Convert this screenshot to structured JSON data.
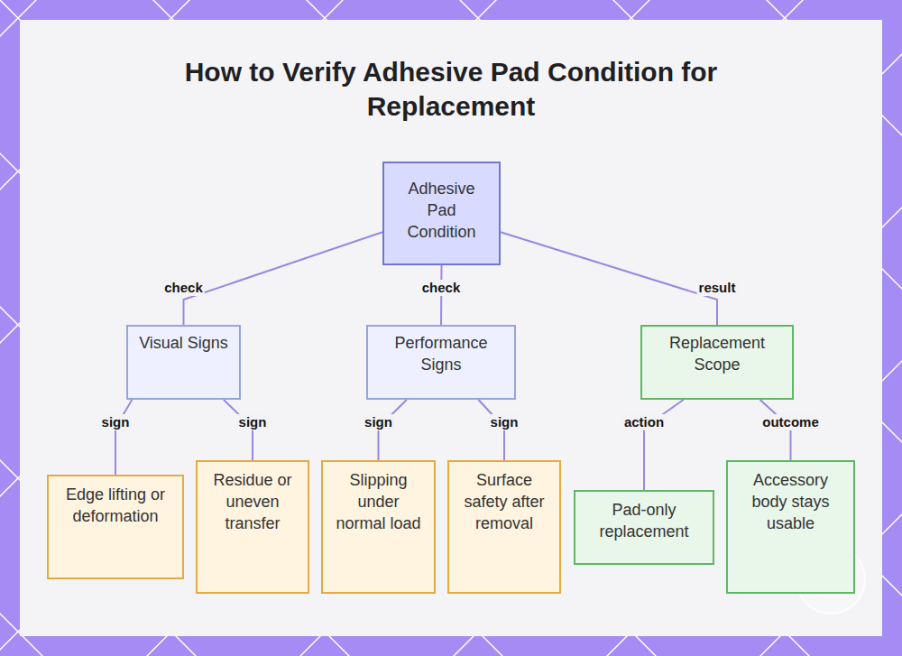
{
  "diagram": {
    "title": "How to Verify Adhesive Pad Condition for Replacement",
    "nodes": [
      {
        "text": [
          "Adhesive Pad Condition"
        ]
      },
      {
        "text": [
          "Visual Signs"
        ]
      },
      {
        "text": [
          "Performance Signs"
        ]
      },
      {
        "text": [
          "Replacement Scope"
        ]
      },
      {
        "text": [
          "Edge lifting or deformation"
        ]
      },
      {
        "text": [
          "Residue or uneven transfer"
        ]
      },
      {
        "text": [
          "Slipping under normal load"
        ]
      },
      {
        "text": [
          "Surface safety after removal"
        ]
      },
      {
        "text": [
          "Pad-only replacement"
        ]
      },
      {
        "text": [
          "Accessory body stays usable"
        ]
      }
    ],
    "edges": [
      {
        "from": 0,
        "to": 1,
        "label": "check",
        "arrow": "none"
      },
      {
        "from": 0,
        "to": 2,
        "label": "check",
        "arrow": "none"
      },
      {
        "from": 0,
        "to": 3,
        "label": "result",
        "arrow": "none"
      },
      {
        "from": 1,
        "to": 4,
        "label": "sign",
        "arrow": "none"
      },
      {
        "from": 1,
        "to": 5,
        "label": "sign",
        "arrow": "none"
      },
      {
        "from": 2,
        "to": 6,
        "label": "sign",
        "arrow": "none"
      },
      {
        "from": 2,
        "to": 7,
        "label": "sign",
        "arrow": "none"
      },
      {
        "from": 3,
        "to": 8,
        "label": "action",
        "arrow": "none"
      },
      {
        "from": 3,
        "to": 9,
        "label": "outcome",
        "arrow": "none"
      }
    ]
  }
}
